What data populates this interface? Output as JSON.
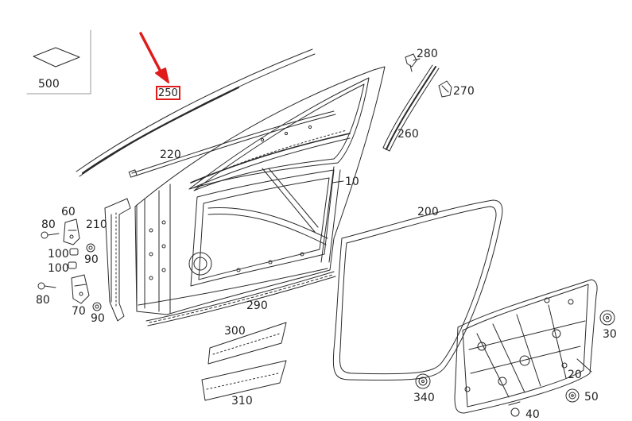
{
  "diagram": {
    "highlight_color": "#e01b1b",
    "line_color": "#2a2a2a",
    "highlighted_part": "250",
    "callouts": [
      {
        "id": "500",
        "label": "500"
      },
      {
        "id": "250",
        "label": "250"
      },
      {
        "id": "280",
        "label": "280"
      },
      {
        "id": "270",
        "label": "270"
      },
      {
        "id": "260",
        "label": "260"
      },
      {
        "id": "220",
        "label": "220"
      },
      {
        "id": "10",
        "label": "10"
      },
      {
        "id": "200",
        "label": "200"
      },
      {
        "id": "60",
        "label": "60"
      },
      {
        "id": "80a",
        "label": "80"
      },
      {
        "id": "210",
        "label": "210"
      },
      {
        "id": "100a",
        "label": "100"
      },
      {
        "id": "90a",
        "label": "90"
      },
      {
        "id": "100b",
        "label": "100"
      },
      {
        "id": "80b",
        "label": "80"
      },
      {
        "id": "70",
        "label": "70"
      },
      {
        "id": "90b",
        "label": "90"
      },
      {
        "id": "290",
        "label": "290"
      },
      {
        "id": "300",
        "label": "300"
      },
      {
        "id": "310",
        "label": "310"
      },
      {
        "id": "30",
        "label": "30"
      },
      {
        "id": "20",
        "label": "20"
      },
      {
        "id": "340",
        "label": "340"
      },
      {
        "id": "50",
        "label": "50"
      },
      {
        "id": "40",
        "label": "40"
      }
    ]
  }
}
